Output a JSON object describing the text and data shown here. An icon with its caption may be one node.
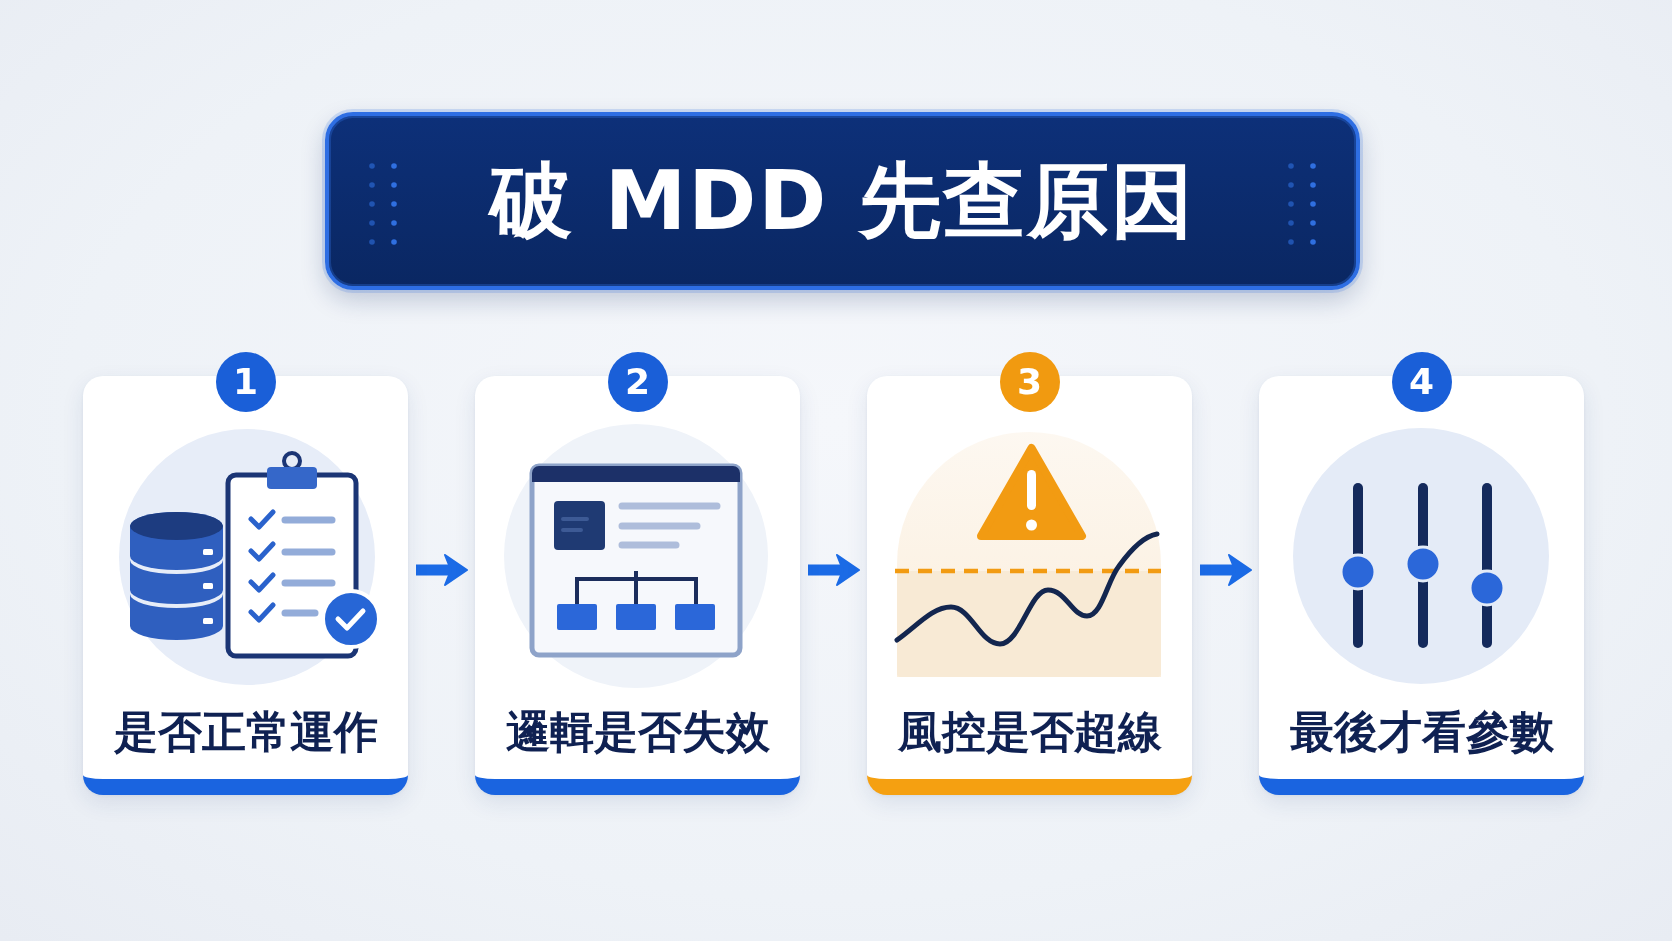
{
  "diagram": {
    "title": "破 MDD 先查原因",
    "nodes": [
      {
        "text": [
          "1",
          "是否正常運作"
        ]
      },
      {
        "text": [
          "2",
          "邏輯是否失效"
        ]
      },
      {
        "text": [
          "3",
          "風控是否超線"
        ]
      },
      {
        "text": [
          "4",
          "最後才看參數"
        ]
      }
    ],
    "edges": [
      {
        "from": 0,
        "to": 1,
        "arrow": "to"
      },
      {
        "from": 1,
        "to": 2,
        "arrow": "to"
      },
      {
        "from": 2,
        "to": 3,
        "arrow": "to"
      }
    ]
  }
}
